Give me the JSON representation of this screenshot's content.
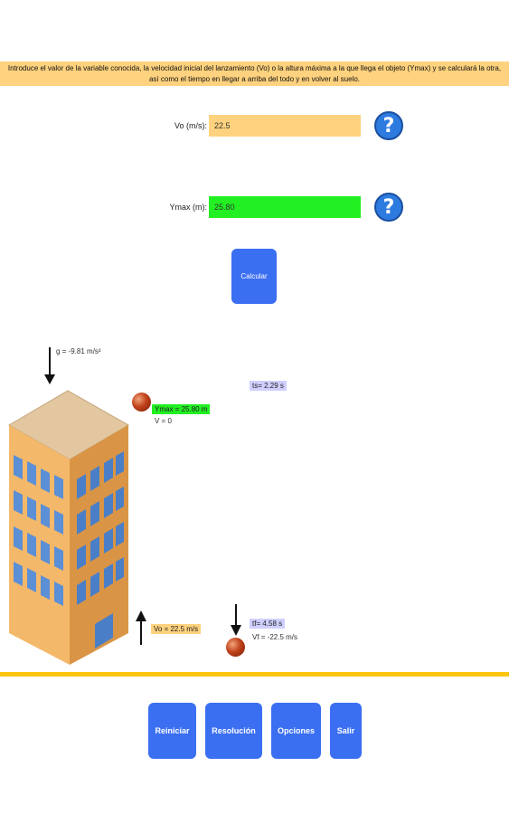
{
  "intro": "Introduce el valor de la variable conocida, la velocidad inicial del lanzamiento (Vo) o la altura máxima a la que llega el objeto (Ymax) y se calculará la otra, así como el tiempo en llegar a arriba del todo y en volver al suelo.",
  "vo": {
    "label": "Vo (m/s):",
    "value": "22.5",
    "color": "#fed27e"
  },
  "ymax": {
    "label": "Ymax (m):",
    "value": "25.80",
    "color": "#22f022"
  },
  "help_icon": "question-mark-icon",
  "calc_button": "Calcular",
  "diagram": {
    "gravity": "g = -9.81 m/s²",
    "ts": "ts= 2.29 s",
    "top_ymax": "Ymax = 25.80 m",
    "top_v": "V = 0",
    "vo_label": "Vo = 22.5 m/s",
    "tf": "tf= 4.58 s",
    "vf": "Vf = -22.5 m/s"
  },
  "buttons": {
    "reiniciar": "Reiniciar",
    "resolucion": "Resolución",
    "opciones": "Opciones",
    "salir": "Salir"
  },
  "colors": {
    "accent": "#3b6ff2",
    "ground": "#fdc40d",
    "time_tag": "#cfcfff"
  }
}
